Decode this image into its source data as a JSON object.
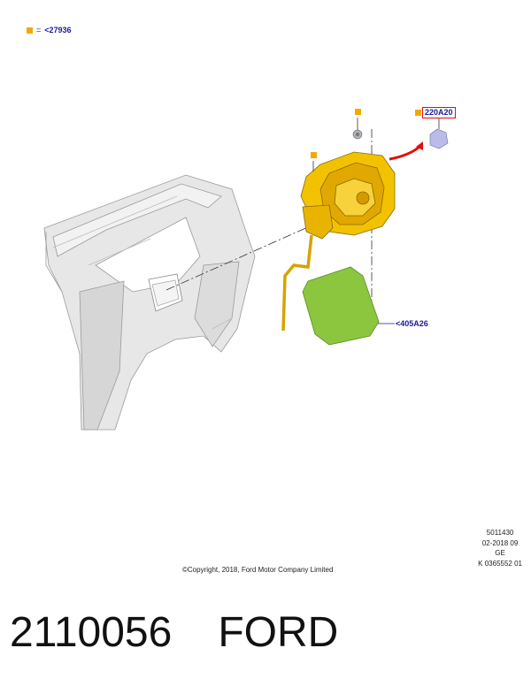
{
  "legend": {
    "equals": "=",
    "ref": "<27936",
    "marker_color": "#f5a800"
  },
  "callouts": {
    "top_right_ref": "220A20",
    "door_ref": "<405A26"
  },
  "meta": {
    "line1": "5011430",
    "line2": "02-2018 09",
    "line3": "GE",
    "line4": "K 0365552 01"
  },
  "copyright": "©Copyright, 2018, Ford Motor Company Limited",
  "caption": {
    "part_number": "2110056",
    "brand": "FORD"
  },
  "colors": {
    "housing": "#f2c200",
    "door": "#8cc63f",
    "panel": "#e6e6e6",
    "bracket": "#b9bce6",
    "arrow": "#e01010"
  }
}
